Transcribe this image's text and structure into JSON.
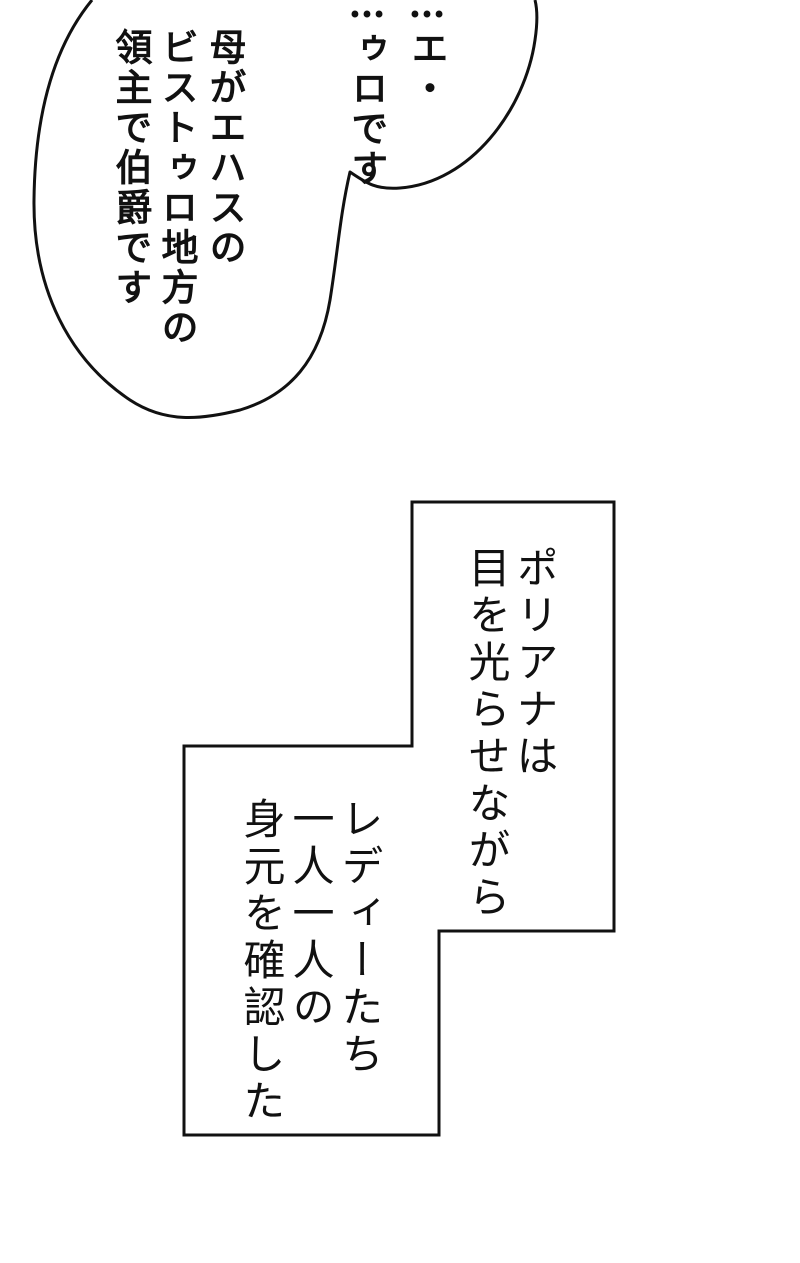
{
  "page": {
    "background": "#ffffff",
    "line_color": "#111111"
  },
  "speech_bubble": {
    "lines": [
      "…エ・",
      "…ゥロです",
      "母がエハスの",
      "ビストゥロ地方の",
      "領主で伯爵です"
    ]
  },
  "narration_box": {
    "lines": [
      "ポリアナは",
      "目を光らせながら",
      "レディーたち",
      "一人一人の",
      "身元を確認した"
    ]
  }
}
